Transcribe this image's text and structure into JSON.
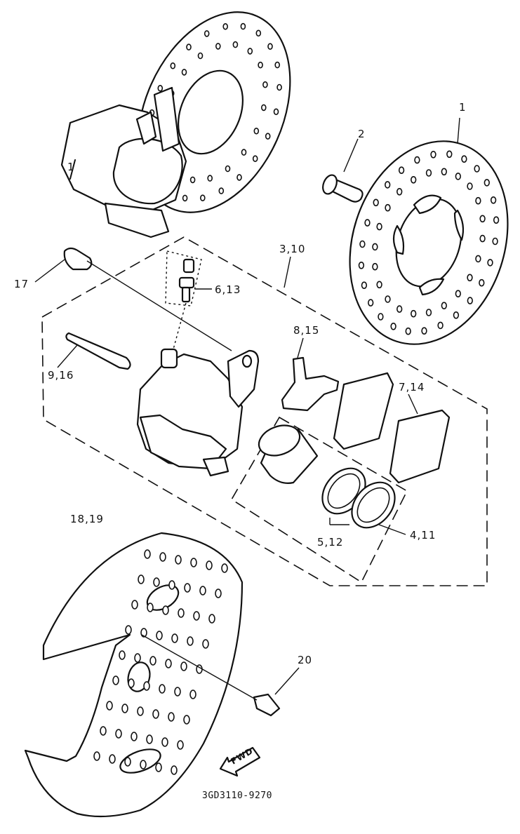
{
  "diagram": {
    "callouts": {
      "p1_top": "1",
      "p1_caliper": "1",
      "p2": "2",
      "p3_10": "3,10",
      "p17": "17",
      "p6_13": "6,13",
      "p8_15": "8,15",
      "p9_16": "9,16",
      "p7_14": "7,14",
      "p18_19": "18,19",
      "p5_12": "5,12",
      "p4_11": "4,11",
      "p20": "20"
    },
    "fwd_label": "FWD",
    "drawing_code": "3GD3110-9270"
  }
}
